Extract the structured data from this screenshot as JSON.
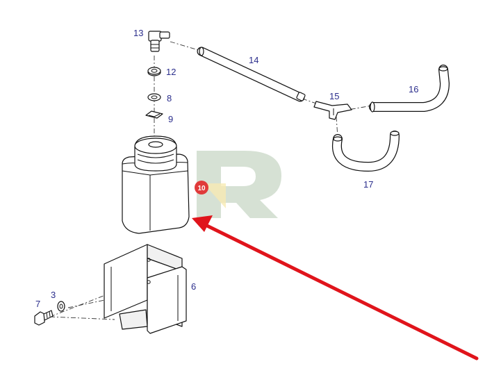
{
  "diagram": {
    "labels": [
      "13",
      "12",
      "8",
      "9",
      "14",
      "15",
      "16",
      "17",
      "6",
      "3",
      "7"
    ],
    "highlight": {
      "text": "10",
      "color": "#e03a3a"
    },
    "arrow_color": "#e0141b",
    "watermark_color": "#cfdccd",
    "label_color": "#2b2e8c"
  }
}
